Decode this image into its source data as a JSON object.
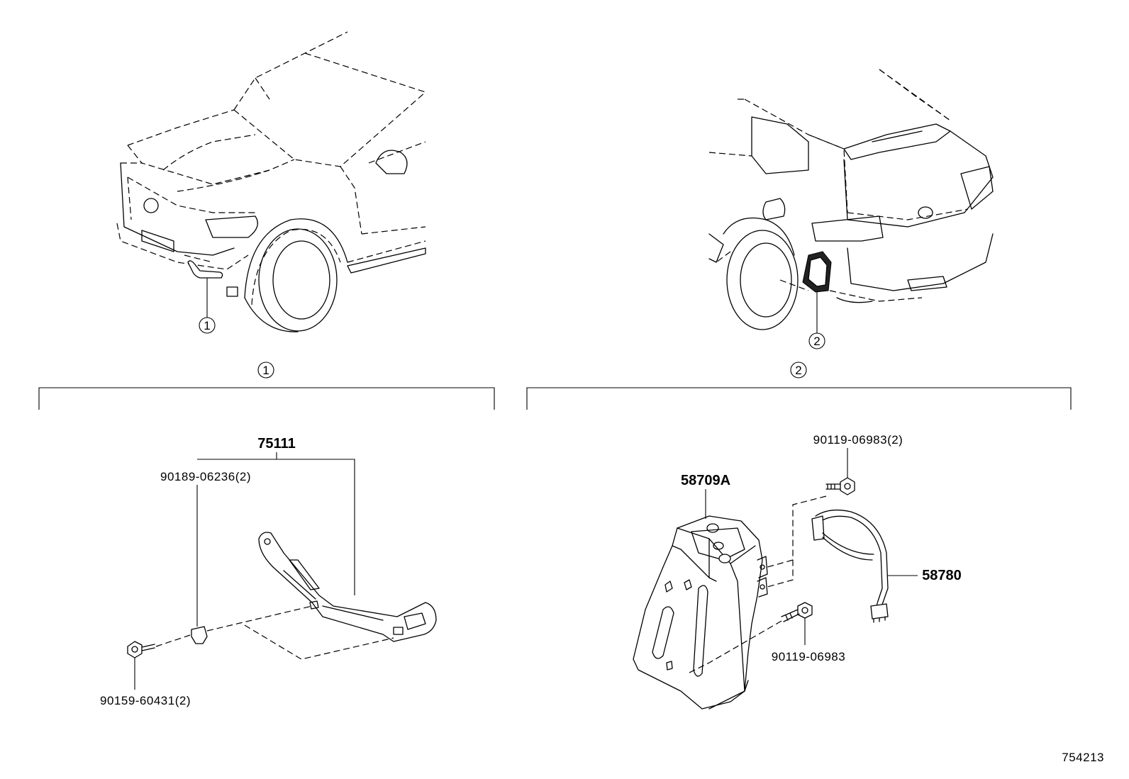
{
  "callouts": {
    "ref1": "1",
    "ref2": "2"
  },
  "section1": {
    "header": "1",
    "parts": {
      "bracket": "75111",
      "clip": "90189-06236(2)",
      "screw": "90159-60431(2)"
    }
  },
  "section2": {
    "header": "2",
    "parts": {
      "box": "58709A",
      "bolt_upper": "90119-06983(2)",
      "bolt_lower": "90119-06983",
      "harness": "58780"
    }
  },
  "illustration_number": "754213"
}
